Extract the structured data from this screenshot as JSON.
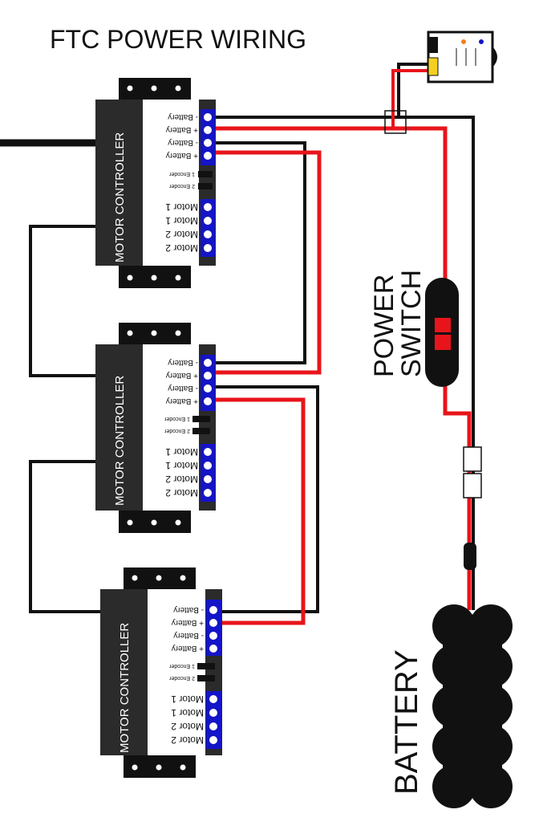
{
  "title": "FTC POWER WIRING",
  "controller_label": "MOTOR CONTROLLER",
  "terminal_labels": [
    "- Battery",
    "+ Battery",
    "- Battery",
    "+ Battery"
  ],
  "encoder_labels": [
    "1 Encoder",
    "2 Encoder"
  ],
  "motor_labels": [
    "Motor 1",
    "Motor 1",
    "Motor 2",
    "Motor 2"
  ],
  "power_switch": [
    "POWER",
    "SWITCH"
  ],
  "battery_label": "BATTERY",
  "colors": {
    "wire_red": "#e8141b",
    "wire_black": "#111111",
    "terminal_blue": "#1414c8",
    "controller_body": "#2b2b2b"
  }
}
